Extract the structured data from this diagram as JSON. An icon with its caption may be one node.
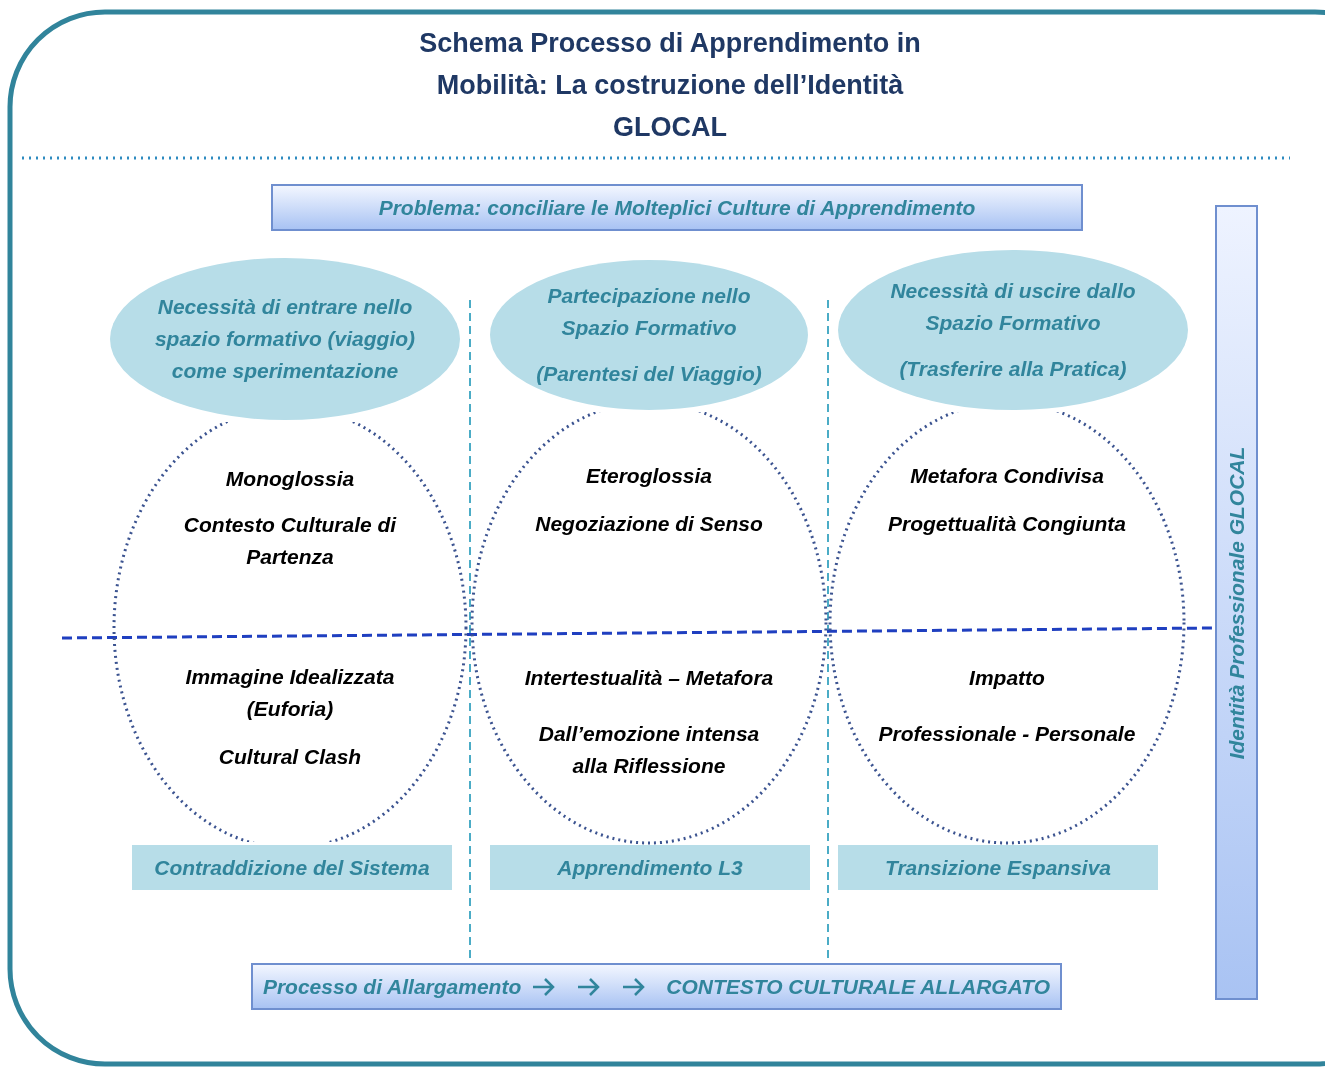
{
  "diagram": {
    "title": "Schema Processo di Apprendimento in Mobilità: La costruzione dell’Identità GLOCAL",
    "nodes": [
      {
        "text": [
          "Problema: conciliare le Molteplici Culture di Apprendimento"
        ]
      },
      {
        "text": [
          "Necessità di entrare nello spazio formativo (viaggio) come sperimentazione"
        ]
      },
      {
        "text": [
          "Partecipazione nello Spazio Formativo",
          "(Parentesi del Viaggio)"
        ]
      },
      {
        "text": [
          "Necessità di uscire dallo Spazio Formativo",
          "(Trasferire alla Pratica)"
        ]
      },
      {
        "text": [
          "Monoglossia",
          "Contesto Culturale di Partenza",
          "Immagine Idealizzata (Euforia)",
          "Cultural Clash"
        ]
      },
      {
        "text": [
          "Eteroglossia",
          "Negoziazione di Senso",
          "Intertestualità – Metafora",
          "Dall’emozione intensa alla Riflessione"
        ]
      },
      {
        "text": [
          "Metafora Condivisa",
          "Progettualità Congiunta",
          "Impatto",
          "Professionale - Personale"
        ]
      },
      {
        "text": [
          "Contraddizione del Sistema"
        ]
      },
      {
        "text": [
          "Apprendimento L3"
        ]
      },
      {
        "text": [
          "Transizione Espansiva"
        ]
      },
      {
        "text": [
          "Processo di Allargamento",
          "CONTESTO CULTURALE ALLARGATO"
        ]
      },
      {
        "text": [
          "Identità Professionale GLOCAL"
        ]
      }
    ],
    "edges": []
  }
}
